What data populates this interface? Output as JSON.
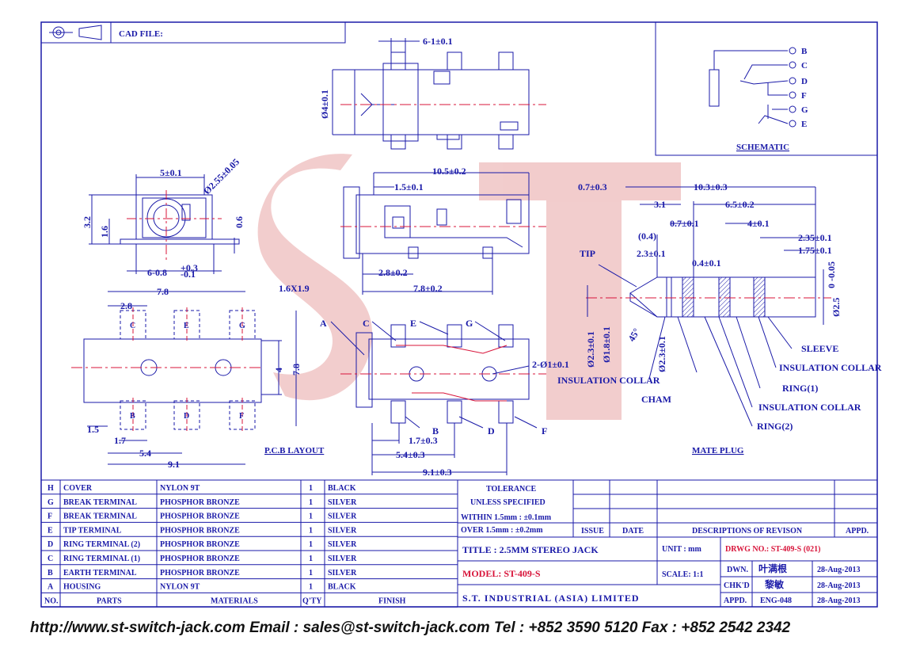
{
  "header": {
    "cad_label": "CAD FILE:"
  },
  "watermark": "ST",
  "schematic": {
    "pins": [
      "B",
      "C",
      "D",
      "F",
      "G",
      "E"
    ],
    "title": "SCHEMATIC"
  },
  "top_view": {
    "dim_pin": "6-1±0.1",
    "dim_dia": "Ø4±0.1"
  },
  "side_view": {
    "dims": [
      "5±0.1",
      "Ø2.55±0.05",
      "3.2",
      "1.6",
      "0.6",
      "6-0.8"
    ],
    "tol": {
      "plus": "+0.3",
      "minus": "-0.1"
    }
  },
  "front_view": {
    "dims": [
      "10.5±0.2",
      "1.5±0.1",
      "2.8±0.2",
      "7.8±0.2"
    ]
  },
  "pcb_layout": {
    "title": "P.C.B LAYOUT",
    "dims": [
      "7.8",
      "2.8",
      "1.6X1.9",
      "4",
      "7.8",
      "1.5",
      "1.7",
      "5.4",
      "9.1"
    ],
    "pads": [
      "C",
      "E",
      "G",
      "B",
      "D",
      "F"
    ]
  },
  "bottom_view": {
    "callouts": [
      "A",
      "C",
      "E",
      "G",
      "B",
      "D",
      "F"
    ],
    "dims": [
      "2-Ø1±0.1",
      "1.7±0.3",
      "5.4±0.3",
      "9.1±0.3"
    ]
  },
  "mate_plug": {
    "title": "MATE PLUG",
    "dims_top": [
      "0.7±0.3",
      "10.3±0.3",
      "3.1",
      "6.5±0.2",
      "0.7±0.1",
      "4±0.1",
      "(0.4)",
      "2.35±0.1",
      "1.75±0.1",
      "2.3±0.1",
      "0.4±0.1"
    ],
    "dims_side": [
      "Ø2.3±0.1",
      "Ø1.8±0.1",
      "45°",
      "Ø2.3±0.1"
    ],
    "dia_main": "Ø2.5",
    "dia_tol": "0 -0.05",
    "labels": [
      "TIP",
      "SLEEVE",
      "INSULATION COLLAR",
      "INSULATION COLLAR",
      "CHAM",
      "RING(1)",
      "INSULATION COLLAR",
      "RING(2)"
    ]
  },
  "parts": [
    {
      "no": "H",
      "part": "COVER",
      "material": "NYLON 9T",
      "qty": "1",
      "finish": "BLACK"
    },
    {
      "no": "G",
      "part": "BREAK TERMINAL",
      "material": "PHOSPHOR BRONZE",
      "qty": "1",
      "finish": "SILVER"
    },
    {
      "no": "F",
      "part": "BREAK TERMINAL",
      "material": "PHOSPHOR BRONZE",
      "qty": "1",
      "finish": "SILVER"
    },
    {
      "no": "E",
      "part": "TIP TERMINAL",
      "material": "PHOSPHOR BRONZE",
      "qty": "1",
      "finish": "SILVER"
    },
    {
      "no": "D",
      "part": "RING TERMINAL (2)",
      "material": "PHOSPHOR BRONZE",
      "qty": "1",
      "finish": "SILVER"
    },
    {
      "no": "C",
      "part": "RING TERMINAL (1)",
      "material": "PHOSPHOR BRONZE",
      "qty": "1",
      "finish": "SILVER"
    },
    {
      "no": "B",
      "part": "EARTH TERMINAL",
      "material": "PHOSPHOR BRONZE",
      "qty": "1",
      "finish": "SILVER"
    },
    {
      "no": "A",
      "part": "HOUSING",
      "material": "NYLON 9T",
      "qty": "1",
      "finish": "BLACK"
    }
  ],
  "parts_header": {
    "no": "NO.",
    "part": "PARTS",
    "material": "MATERIALS",
    "qty": "Q'TY",
    "finish": "FINISH"
  },
  "tolerance": {
    "title": "TOLERANCE",
    "subtitle": "UNLESS SPECIFIED",
    "within": "WITHIN 1.5mm : ±0.1mm",
    "over": "OVER  1.5mm : ±0.2mm"
  },
  "revision": {
    "issue": "ISSUE",
    "date": "DATE",
    "desc": "DESCRIPTIONS OF REVISON",
    "appd": "APPD."
  },
  "title_block": {
    "title": "TITLE : 2.5MM STEREO JACK",
    "unit": "UNIT :  mm",
    "drwg": "DRWG NO.: ST-409-S (021)",
    "model": "MODEL: ST-409-S",
    "scale": "SCALE:  1:1",
    "company": "S.T. INDUSTRIAL (ASIA) LIMITED",
    "dwn_label": "DWN.",
    "dwn_name": "叶满根",
    "dwn_date": "28-Aug-2013",
    "chk_label": "CHK'D",
    "chk_name": "黎敏",
    "chk_date": "28-Aug-2013",
    "appd_label": "APPD.",
    "appd_name": "ENG-048",
    "appd_date": "28-Aug-2013"
  },
  "footer": "http://www.st-switch-jack.com  Email : sales@st-switch-jack.com  Tel : +852 3590 5120  Fax : +852 2542 2342",
  "colors": {
    "line": "#1a1aa8",
    "center": "#d8143a",
    "watermark": "#e8a4a4"
  }
}
